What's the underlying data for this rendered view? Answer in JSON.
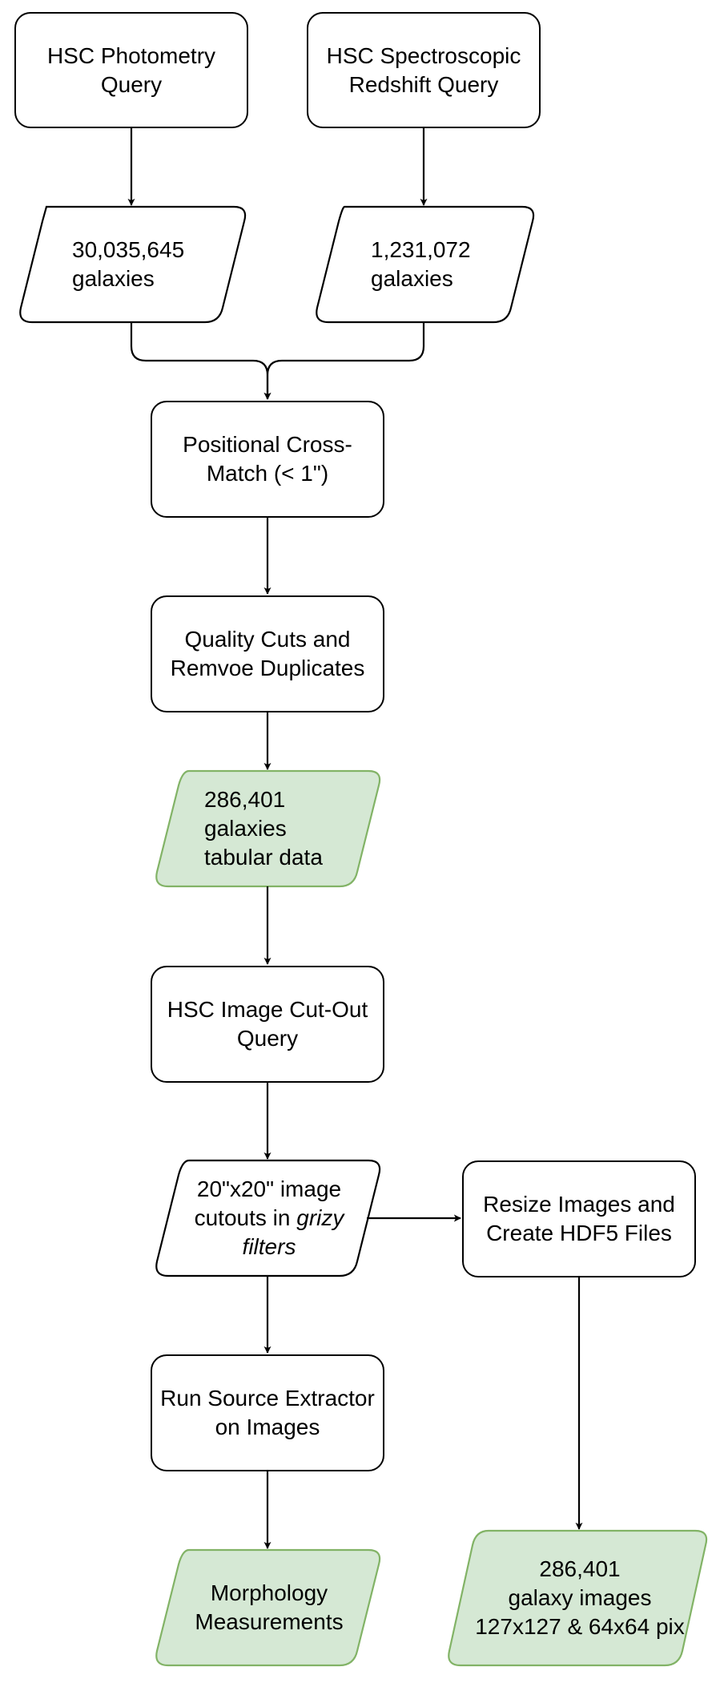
{
  "colors": {
    "stroke": "#000000",
    "data_fill": "#ffffff",
    "output_fill": "#d5e8d4",
    "output_stroke": "#82b366"
  },
  "nodes": {
    "photometry_query": {
      "lines": [
        "HSC Photometry",
        "Query"
      ]
    },
    "spectroscopic_query": {
      "lines": [
        "HSC Spectroscopic",
        "Redshift Query"
      ]
    },
    "photometry_count": {
      "lines": [
        "30,035,645",
        "galaxies"
      ]
    },
    "spectroscopic_count": {
      "lines": [
        "1,231,072",
        "galaxies"
      ]
    },
    "cross_match": {
      "lines": [
        "Positional Cross-",
        "Match (< 1\")"
      ]
    },
    "quality_cuts": {
      "lines": [
        "Quality Cuts and",
        "Remvoe Duplicates"
      ]
    },
    "tabular_data": {
      "lines": [
        "286,401",
        "galaxies",
        "tabular data"
      ]
    },
    "cutout_query": {
      "lines": [
        "HSC Image Cut-Out",
        "Query"
      ]
    },
    "image_cutouts": {
      "line1": "20\"x20\" image",
      "line2_prefix": "cutouts in ",
      "line2_italic": "grizy",
      "line3_italic": "filters"
    },
    "resize_images": {
      "lines": [
        "Resize Images and",
        "Create HDF5 Files"
      ]
    },
    "source_extractor": {
      "lines": [
        "Run Source Extractor",
        "on Images"
      ]
    },
    "morphology": {
      "lines": [
        "Morphology",
        "Measurements"
      ]
    },
    "galaxy_images": {
      "lines": [
        "286,401",
        "galaxy images",
        "127x127 & 64x64 pix"
      ]
    }
  }
}
